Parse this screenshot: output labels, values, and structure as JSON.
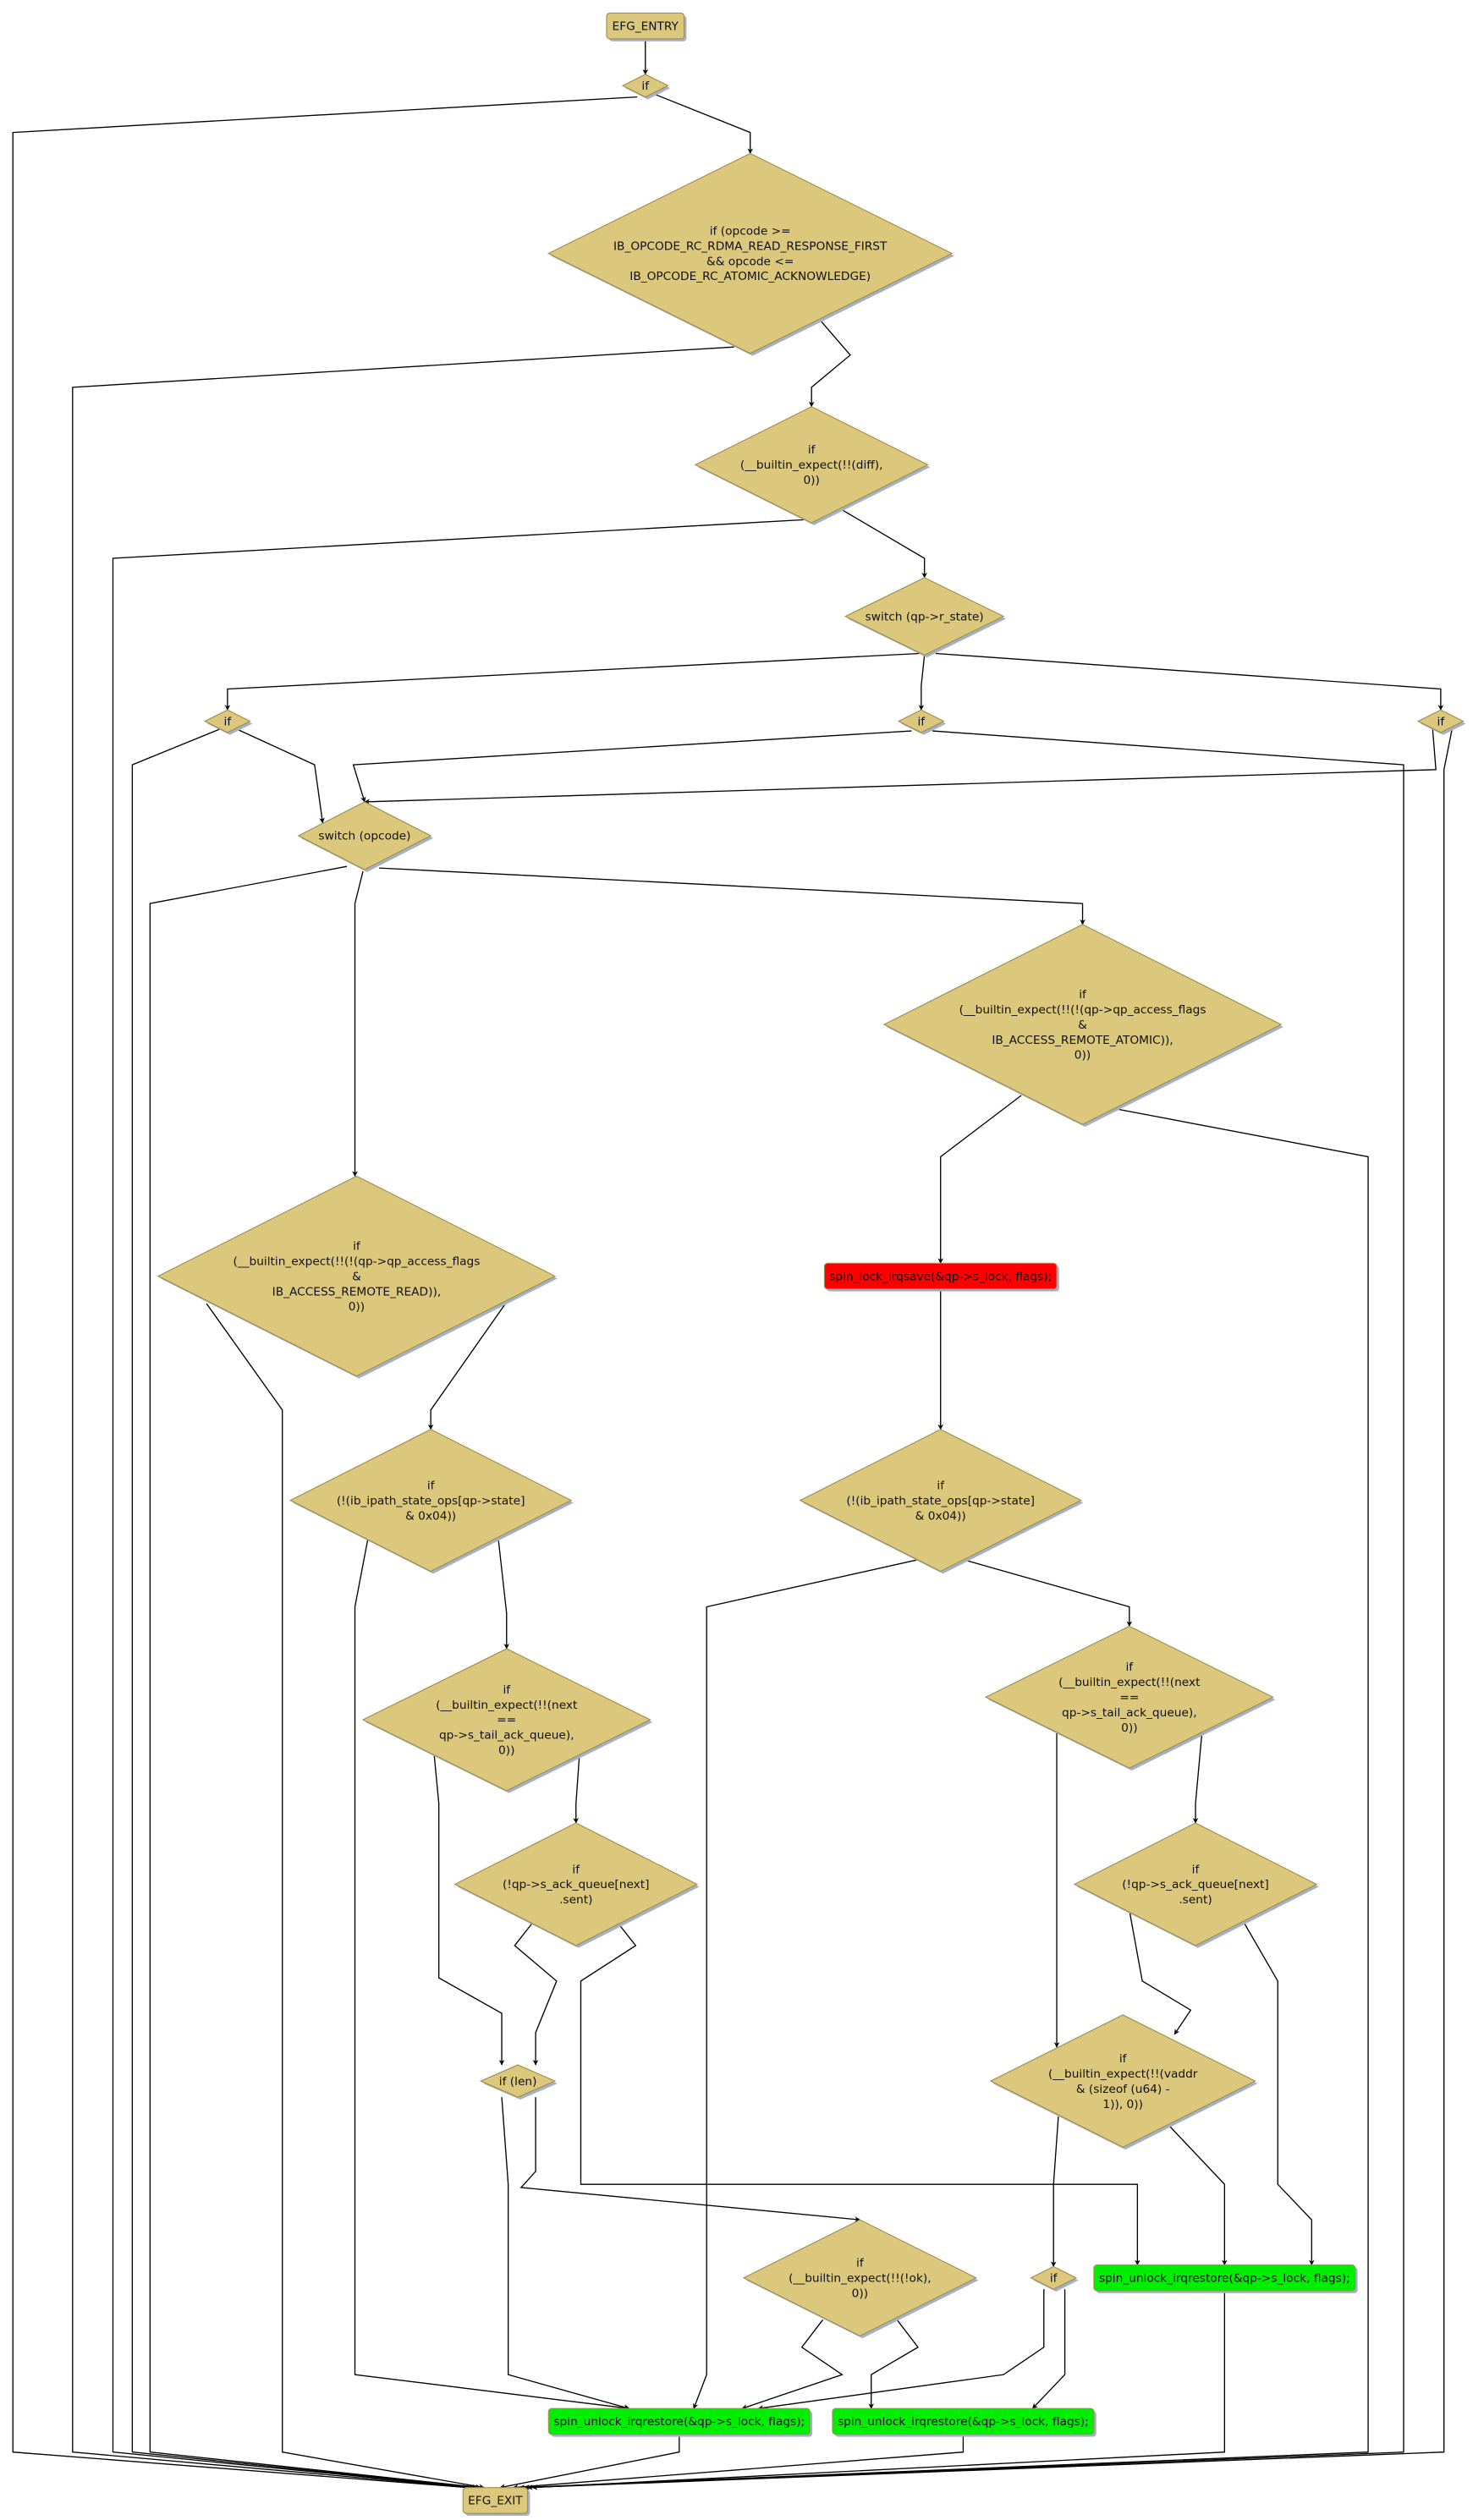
{
  "colors": {
    "node_fill": "#dbc87c",
    "node_stroke": "#a08f4a",
    "shadow": "#a3b1cc",
    "error_fill": "#ff0000",
    "ok_fill": "#00ee00",
    "edge": "#000000"
  },
  "nodes": {
    "entry": {
      "kind": "terminal",
      "lines": [
        "EFG_ENTRY"
      ]
    },
    "if1": {
      "kind": "decision",
      "lines": [
        "if"
      ]
    },
    "opcode_range": {
      "kind": "decision",
      "lines": [
        "if (opcode >=",
        "IB_OPCODE_RC_RDMA_READ_RESPONSE_FIRST",
        "&& opcode <=",
        "IB_OPCODE_RC_ATOMIC_ACKNOWLEDGE)"
      ]
    },
    "diff_check": {
      "kind": "decision",
      "lines": [
        "if",
        "(__builtin_expect(!!(diff),",
        "0))"
      ]
    },
    "switch_rstate": {
      "kind": "decision",
      "lines": [
        "switch (qp->r_state)"
      ]
    },
    "if_a": {
      "kind": "decision",
      "lines": [
        "if"
      ]
    },
    "if_b": {
      "kind": "decision",
      "lines": [
        "if"
      ]
    },
    "if_c": {
      "kind": "decision",
      "lines": [
        "if"
      ]
    },
    "switch_opcode": {
      "kind": "decision",
      "lines": [
        "switch (opcode)"
      ]
    },
    "atomic_check": {
      "kind": "decision",
      "lines": [
        "if",
        "(__builtin_expect(!!(!(qp->qp_access_flags",
        "&",
        "IB_ACCESS_REMOTE_ATOMIC)),",
        "0))"
      ]
    },
    "read_check": {
      "kind": "decision",
      "lines": [
        "if",
        "(__builtin_expect(!!(!(qp->qp_access_flags",
        "&",
        "IB_ACCESS_REMOTE_READ)),",
        "0))"
      ]
    },
    "spin_lock": {
      "kind": "error",
      "lines": [
        "spin_lock_irqsave(&qp->s_lock, flags);"
      ]
    },
    "state_left": {
      "kind": "decision",
      "lines": [
        "if",
        "(!(ib_ipath_state_ops[qp->state]",
        "& 0x04))"
      ]
    },
    "state_right": {
      "kind": "decision",
      "lines": [
        "if",
        "(!(ib_ipath_state_ops[qp->state]",
        "& 0x04))"
      ]
    },
    "next_left": {
      "kind": "decision",
      "lines": [
        "if",
        "(__builtin_expect(!!(next",
        "==",
        "qp->s_tail_ack_queue),",
        "0))"
      ]
    },
    "next_right": {
      "kind": "decision",
      "lines": [
        "if",
        "(__builtin_expect(!!(next",
        "==",
        "qp->s_tail_ack_queue),",
        "0))"
      ]
    },
    "sent_left": {
      "kind": "decision",
      "lines": [
        "if",
        "(!qp->s_ack_queue[next]",
        ".sent)"
      ]
    },
    "sent_right": {
      "kind": "decision",
      "lines": [
        "if",
        "(!qp->s_ack_queue[next]",
        ".sent)"
      ]
    },
    "vaddr_check": {
      "kind": "decision",
      "lines": [
        "if",
        "(__builtin_expect(!!(vaddr",
        "& (sizeof (u64) -",
        "1)), 0))"
      ]
    },
    "if_len": {
      "kind": "decision",
      "lines": [
        "if (len)"
      ]
    },
    "ok_check": {
      "kind": "decision",
      "lines": [
        "if",
        "(__builtin_expect(!!(!ok),",
        "0))"
      ]
    },
    "if_small": {
      "kind": "decision",
      "lines": [
        "if"
      ]
    },
    "unlock_1": {
      "kind": "ok",
      "lines": [
        "spin_unlock_irqrestore(&qp->s_lock, flags);"
      ]
    },
    "unlock_2": {
      "kind": "ok",
      "lines": [
        "spin_unlock_irqrestore(&qp->s_lock, flags);"
      ]
    },
    "unlock_3": {
      "kind": "ok",
      "lines": [
        "spin_unlock_irqrestore(&qp->s_lock, flags);"
      ]
    },
    "exit": {
      "kind": "terminal",
      "lines": [
        "EFG_EXIT"
      ]
    }
  },
  "edges": [
    [
      "entry",
      "if1"
    ],
    [
      "if1",
      "opcode_range"
    ],
    [
      "if1",
      "exit"
    ],
    [
      "opcode_range",
      "exit"
    ],
    [
      "opcode_range",
      "diff_check"
    ],
    [
      "diff_check",
      "exit"
    ],
    [
      "diff_check",
      "switch_rstate"
    ],
    [
      "switch_rstate",
      "if_a"
    ],
    [
      "switch_rstate",
      "if_b"
    ],
    [
      "switch_rstate",
      "if_c"
    ],
    [
      "if_a",
      "exit"
    ],
    [
      "if_a",
      "switch_opcode"
    ],
    [
      "if_b",
      "switch_opcode"
    ],
    [
      "if_b",
      "exit"
    ],
    [
      "if_c",
      "switch_opcode"
    ],
    [
      "if_c",
      "exit"
    ],
    [
      "switch_opcode",
      "exit"
    ],
    [
      "switch_opcode",
      "read_check"
    ],
    [
      "switch_opcode",
      "atomic_check"
    ],
    [
      "atomic_check",
      "spin_lock"
    ],
    [
      "atomic_check",
      "exit"
    ],
    [
      "spin_lock",
      "state_right"
    ],
    [
      "read_check",
      "exit"
    ],
    [
      "read_check",
      "state_left"
    ],
    [
      "state_left",
      "unlock_2"
    ],
    [
      "state_left",
      "next_left"
    ],
    [
      "state_right",
      "unlock_2"
    ],
    [
      "state_right",
      "next_right"
    ],
    [
      "next_left",
      "if_len"
    ],
    [
      "next_left",
      "sent_left"
    ],
    [
      "next_right",
      "vaddr_check"
    ],
    [
      "next_right",
      "sent_right"
    ],
    [
      "sent_left",
      "if_len"
    ],
    [
      "sent_left",
      "unlock_1"
    ],
    [
      "sent_right",
      "vaddr_check"
    ],
    [
      "sent_right",
      "unlock_1"
    ],
    [
      "vaddr_check",
      "if_small"
    ],
    [
      "vaddr_check",
      "unlock_1"
    ],
    [
      "if_len",
      "unlock_2"
    ],
    [
      "if_len",
      "ok_check"
    ],
    [
      "ok_check",
      "unlock_2"
    ],
    [
      "ok_check",
      "unlock_3"
    ],
    [
      "if_small",
      "unlock_2"
    ],
    [
      "if_small",
      "unlock_3"
    ],
    [
      "unlock_1",
      "exit"
    ],
    [
      "unlock_2",
      "exit"
    ],
    [
      "unlock_3",
      "exit"
    ]
  ]
}
